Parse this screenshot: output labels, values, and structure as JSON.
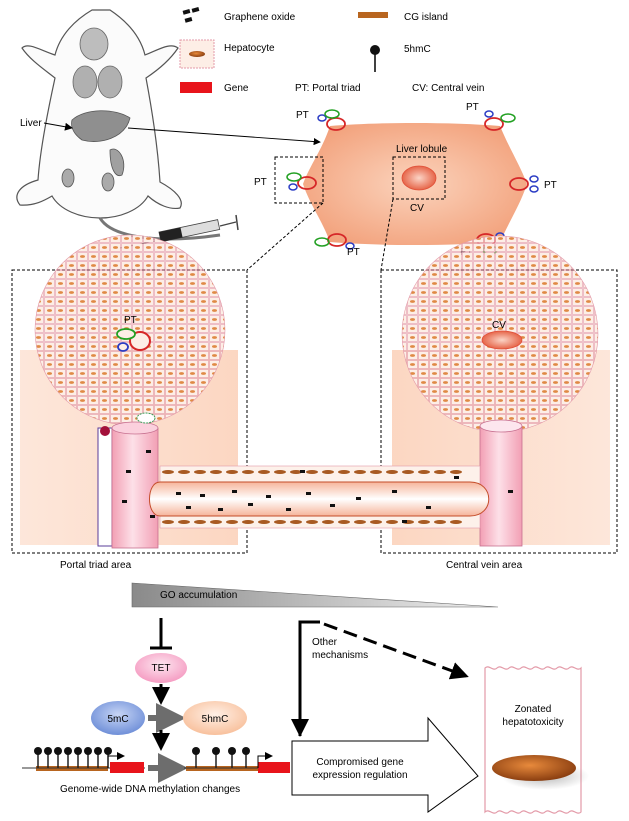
{
  "legend": {
    "graphene_oxide": "Graphene oxide",
    "cg_island": "CG island",
    "hepatocyte": "Hepatocyte",
    "fivehmc": "5hmC",
    "gene": "Gene",
    "pt_def": "PT: Portal triad",
    "cv_def": "CV: Central vein"
  },
  "mouse": {
    "liver_label": "Liver"
  },
  "lobule": {
    "title": "Liver lobule",
    "cv": "CV",
    "pt": "PT"
  },
  "zones": {
    "portal_label": "Portal triad area",
    "central_label": "Central vein area",
    "pt": "PT",
    "cv": "CV"
  },
  "mechanism": {
    "go_accumulation": "GO accumulation",
    "other_mechanisms": "Other\nmechanisms",
    "tet": "TET",
    "fivemc": "5mC",
    "fivehmc": "5hmC",
    "methylation_changes": "Genome-wide  DNA methylation changes",
    "compromised": "Compromised gene\nexpression regulation",
    "zonated": "Zonated\nhepatotoxicity"
  },
  "colors": {
    "gene_red": "#e8141b",
    "cg_brown": "#b8651f",
    "lobule_fill": "#f5b390",
    "pt_red": "#d62728",
    "pt_green": "#22a022",
    "pt_blue": "#2b3cc4",
    "tet_pink": "#f7b9d4",
    "fivemc_blue": "#8fa8e0",
    "fivehmc_peach": "#fbd0b5"
  }
}
